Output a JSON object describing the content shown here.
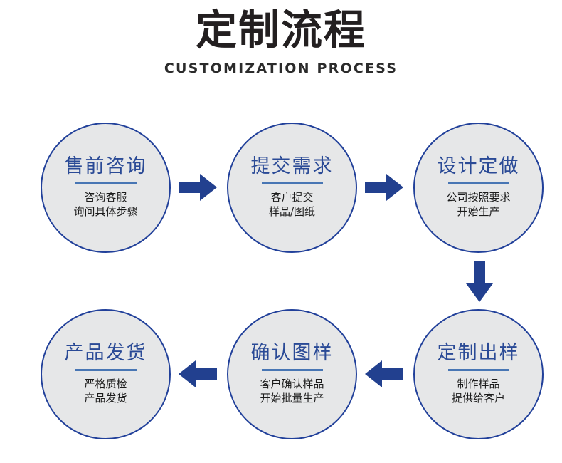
{
  "header": {
    "title": "定制流程",
    "subtitle": "CUSTOMIZATION PROCESS"
  },
  "colors": {
    "circle_fill": "#e6e7e8",
    "circle_border": "#21409a",
    "node_title": "#2a4a96",
    "divider": "#4876b4",
    "arrow": "#22408f",
    "header_text": "#231f20",
    "desc_text": "#1c1c1c",
    "background": "#ffffff"
  },
  "flow": {
    "steps": [
      {
        "id": "step-1",
        "title": "售前咨询",
        "desc_line1": "咨询客服",
        "desc_line2": "询问具体步骤"
      },
      {
        "id": "step-2",
        "title": "提交需求",
        "desc_line1": "客户提交",
        "desc_line2": "样品/图纸"
      },
      {
        "id": "step-3",
        "title": "设计定做",
        "desc_line1": "公司按照要求",
        "desc_line2": "开始生产"
      },
      {
        "id": "step-4",
        "title": "定制出样",
        "desc_line1": "制作样品",
        "desc_line2": "提供给客户"
      },
      {
        "id": "step-5",
        "title": "确认图样",
        "desc_line1": "客户确认样品",
        "desc_line2": "开始批量生产"
      },
      {
        "id": "step-6",
        "title": "产品发货",
        "desc_line1": "严格质检",
        "desc_line2": "产品发货"
      }
    ],
    "connectors": [
      {
        "id": "connector-1",
        "icon": "arrow-right-icon",
        "direction": "right",
        "from": "step-1",
        "to": "step-2"
      },
      {
        "id": "connector-2",
        "icon": "arrow-right-icon",
        "direction": "right",
        "from": "step-2",
        "to": "step-3"
      },
      {
        "id": "connector-3",
        "icon": "arrow-down-icon",
        "direction": "down",
        "from": "step-3",
        "to": "step-4"
      },
      {
        "id": "connector-4",
        "icon": "arrow-left-icon",
        "direction": "left",
        "from": "step-4",
        "to": "step-5"
      },
      {
        "id": "connector-5",
        "icon": "arrow-left-icon",
        "direction": "left",
        "from": "step-5",
        "to": "step-6"
      }
    ]
  }
}
